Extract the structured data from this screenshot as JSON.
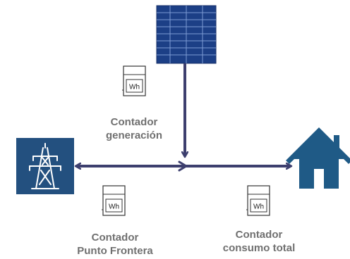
{
  "meters": {
    "generation": {
      "unit": "Wh",
      "line1": "Contador",
      "line2": "generación"
    },
    "border": {
      "unit": "Wh",
      "line1": "Contador",
      "line2": "Punto Frontera"
    },
    "consumption": {
      "unit": "Wh",
      "line1": "Contador",
      "line2": "consumo total"
    }
  },
  "nodes": {
    "solar": {
      "icon": "solar-panel-icon"
    },
    "grid": {
      "icon": "power-tower-icon"
    },
    "home": {
      "icon": "house-icon"
    }
  },
  "colors": {
    "arrow": "#3d3f6e",
    "panel": "#1c3f86",
    "grid_bg": "#23507f",
    "house": "#1f5a86",
    "label": "#707070"
  }
}
